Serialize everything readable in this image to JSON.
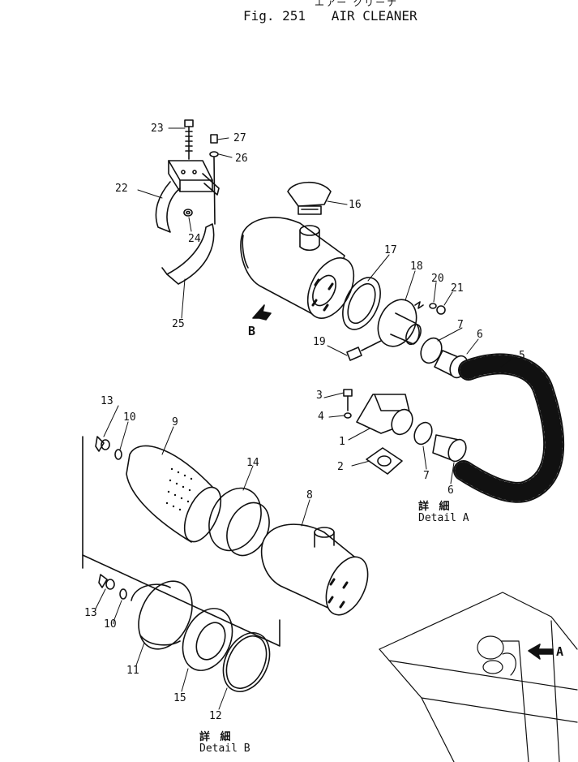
{
  "title": {
    "jp": "エアー クリーナ",
    "fig": "Fig. 251",
    "name": "AIR CLEANER"
  },
  "labels": {
    "p1": "1",
    "p2": "2",
    "p3": "3",
    "p4": "4",
    "p5": "5",
    "p6a": "6",
    "p6b": "6",
    "p7a": "7",
    "p7b": "7",
    "p8": "8",
    "p9": "9",
    "p10a": "10",
    "p10b": "10",
    "p11": "11",
    "p12": "12",
    "p13a": "13",
    "p13b": "13",
    "p14": "14",
    "p15": "15",
    "p16": "16",
    "p17": "17",
    "p18": "18",
    "p19": "19",
    "p20": "20",
    "p21": "21",
    "p22": "22",
    "p23": "23",
    "p24": "24",
    "p25": "25",
    "p26": "26",
    "p27": "27"
  },
  "markers": {
    "b": "B",
    "a": "A"
  },
  "detail_a": {
    "jp": "詳 細",
    "en": "Detail A"
  },
  "detail_b": {
    "jp": "詳 細",
    "en": "Detail B"
  }
}
